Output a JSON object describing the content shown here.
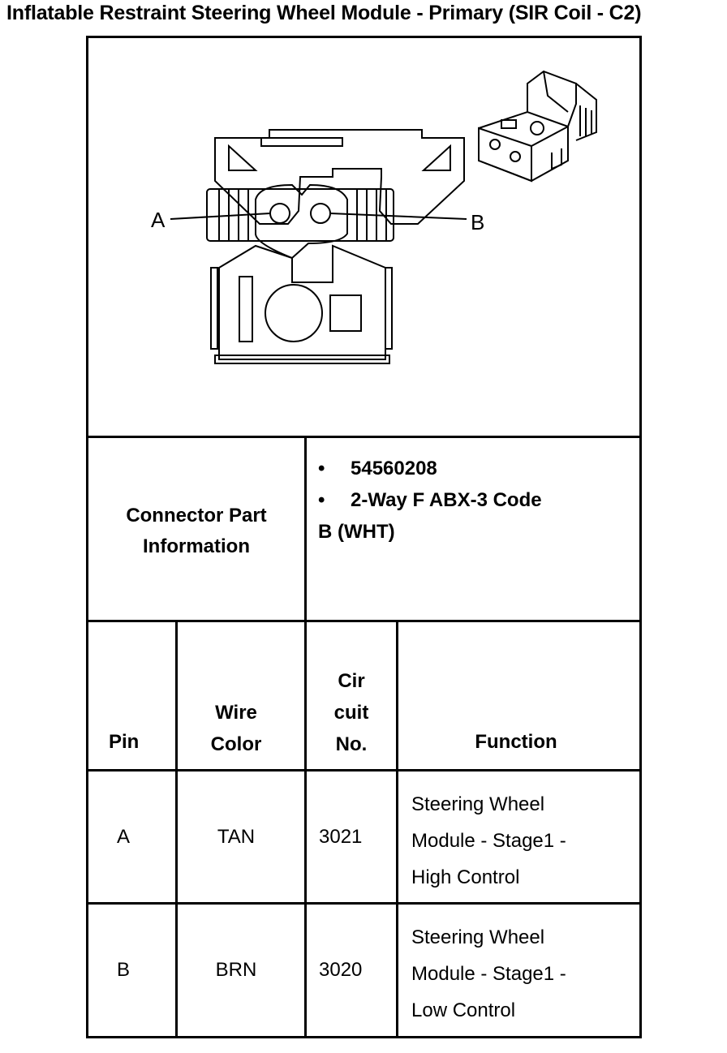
{
  "page": {
    "title": "Inflatable Restraint Steering Wheel Module - Primary (SIR Coil - C2)"
  },
  "diagram": {
    "pin_labels": [
      "A",
      "B"
    ]
  },
  "connector_info": {
    "label": "Connector Part Information",
    "label_lines": [
      "Connector Part",
      "Information"
    ],
    "items": [
      "54560208",
      "2-Way F ABX-3 Code"
    ],
    "continuation": "B (WHT)"
  },
  "table": {
    "headers": {
      "pin": "Pin",
      "wire_color_lines": [
        "Wire",
        "Color"
      ],
      "circuit_lines": [
        "Cir",
        "cuit",
        "No."
      ],
      "function": "Function"
    },
    "rows": [
      {
        "pin": "A",
        "wire_color": "TAN",
        "circuit": "3021",
        "function_lines": [
          "Steering Wheel",
          "Module - Stage1 -",
          "High Control"
        ]
      },
      {
        "pin": "B",
        "wire_color": "BRN",
        "circuit": "3020",
        "function_lines": [
          "Steering Wheel",
          "Module - Stage1 -",
          "Low Control"
        ]
      }
    ]
  }
}
